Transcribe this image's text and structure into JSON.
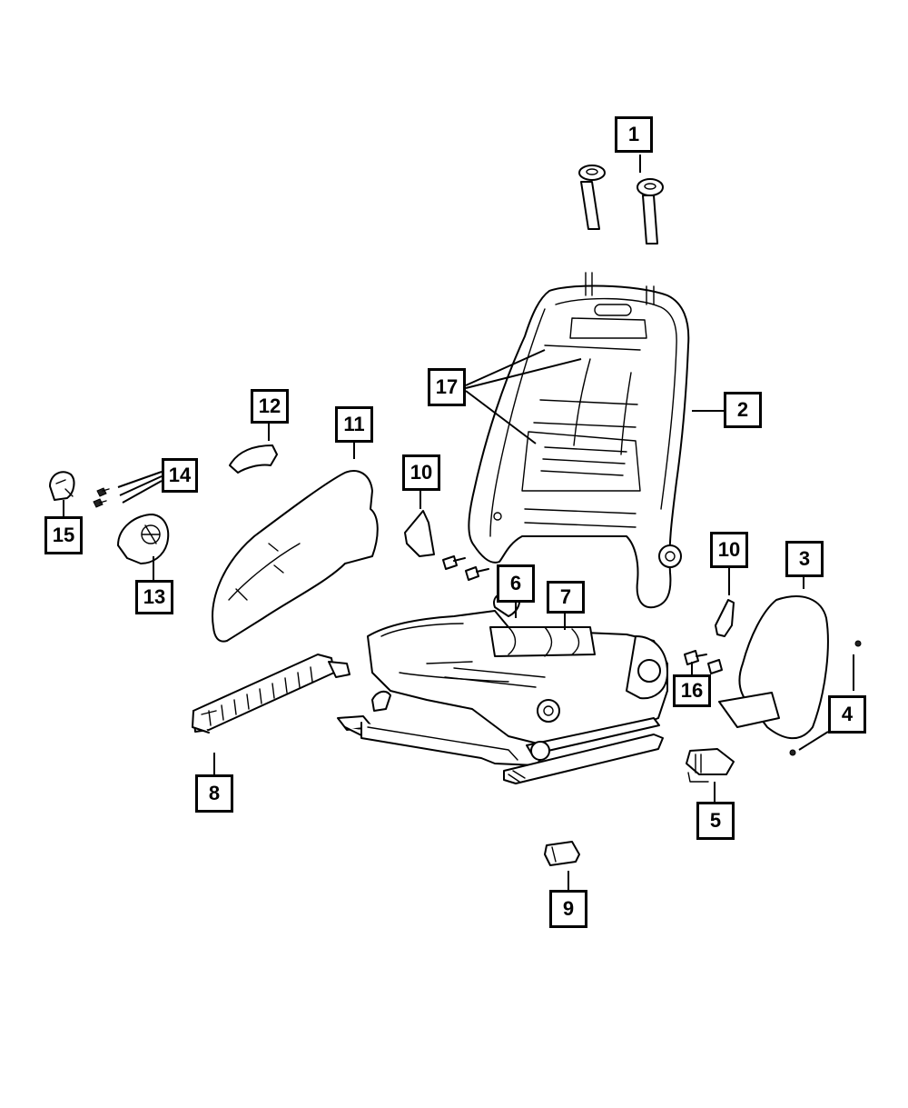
{
  "diagram": {
    "callouts": [
      "1",
      "2",
      "3",
      "4",
      "5",
      "6",
      "7",
      "8",
      "9",
      "10",
      "10",
      "11",
      "12",
      "13",
      "14",
      "15",
      "16",
      "17"
    ]
  }
}
